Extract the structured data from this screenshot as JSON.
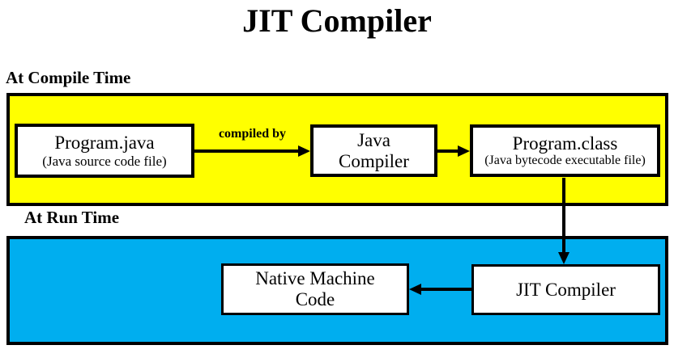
{
  "title": "JIT Compiler",
  "colors": {
    "compile_band": "#FFFF00",
    "run_band": "#00AEEF",
    "box_bg": "#FFFFFF",
    "line": "#000000"
  },
  "compile": {
    "label": "At Compile Time",
    "arrow_label": "compiled by",
    "boxes": [
      {
        "name": "program-java",
        "title": "Program.java",
        "subtitle": "(Java source code file)"
      },
      {
        "name": "java-compiler",
        "title": "Java Compiler"
      },
      {
        "name": "program-class",
        "title": "Program.class",
        "subtitle": "(Java bytecode executable file)"
      }
    ]
  },
  "run": {
    "label": "At Run Time",
    "boxes": [
      {
        "name": "native-machine-code",
        "title": "Native Machine Code"
      },
      {
        "name": "jit-compiler",
        "title": "JIT Compiler"
      }
    ]
  }
}
